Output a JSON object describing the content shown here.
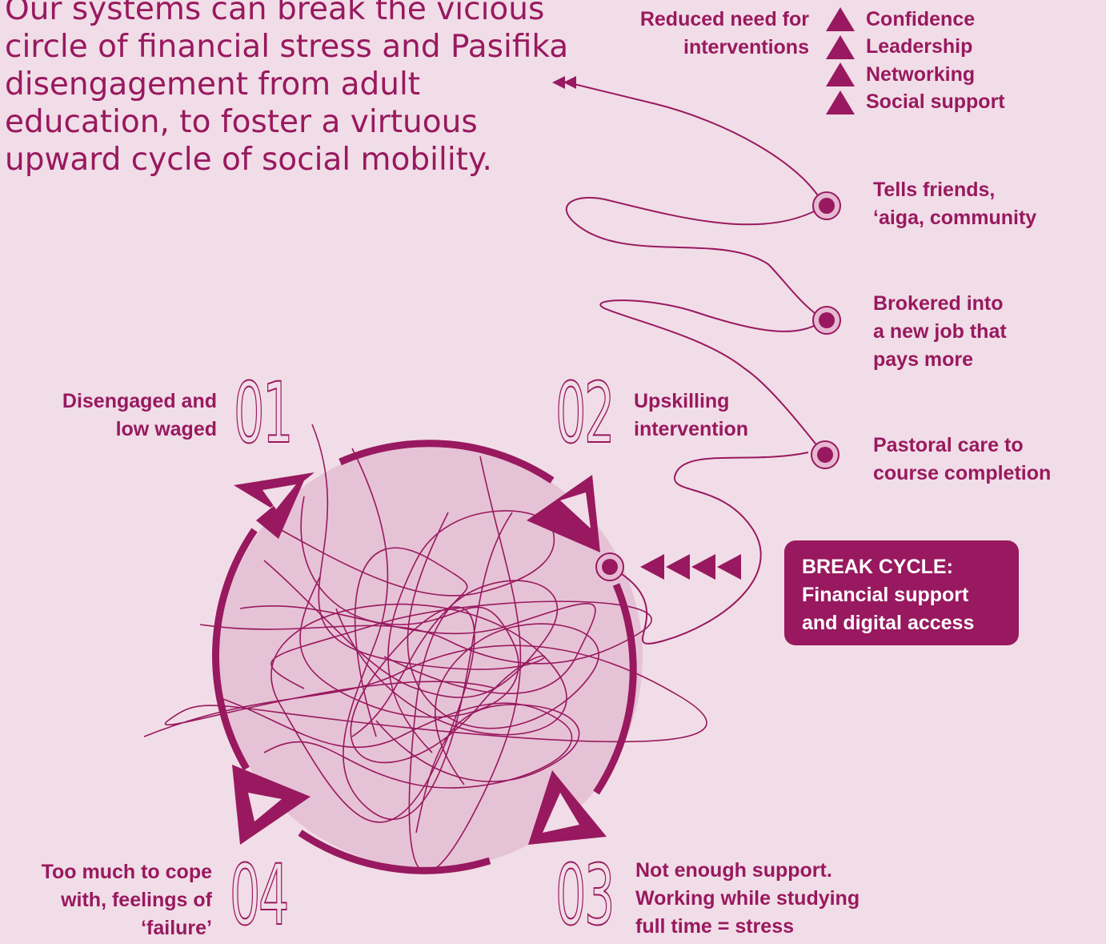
{
  "intro": {
    "lines": [
      "Our systems can break the vicious",
      "circle of financial stress and Pasifika",
      "disengagement from adult",
      "education, to foster a virtuous",
      "upward cycle of social mobility."
    ]
  },
  "colors": {
    "background": "#f1dde7",
    "accent": "#98195f",
    "disk": "#e6c2d6",
    "outline": "#d9a8c8"
  },
  "top_outcome": {
    "lines": [
      "Reduced need for",
      "interventions"
    ]
  },
  "benefits": [
    "Confidence",
    "Leadership",
    "Networking",
    "Social support"
  ],
  "spiral_steps": [
    {
      "lines": [
        "Tells friends,",
        "‘aiga, community"
      ]
    },
    {
      "lines": [
        "Brokered into",
        "a new job that",
        "pays more"
      ]
    },
    {
      "lines": [
        "Pastoral care to",
        "course completion"
      ]
    }
  ],
  "break_cycle": {
    "lines": [
      "BREAK CYCLE:",
      "Financial support",
      "and digital access"
    ]
  },
  "stages": [
    {
      "number": "01",
      "lines": [
        "Disengaged and",
        "low waged"
      ]
    },
    {
      "number": "02",
      "lines": [
        "Upskilling",
        "intervention"
      ]
    },
    {
      "number": "03",
      "lines": [
        "Not enough support.",
        "Working while studying",
        "full time = stress"
      ]
    },
    {
      "number": "04",
      "lines": [
        "Too much to cope",
        "with, feelings of",
        "‘failure’"
      ]
    }
  ],
  "icons": {
    "benefit": "triangle-up-icon",
    "arrow": "double-chevron-left-icon",
    "step_marker": "circle-dot-icon"
  }
}
